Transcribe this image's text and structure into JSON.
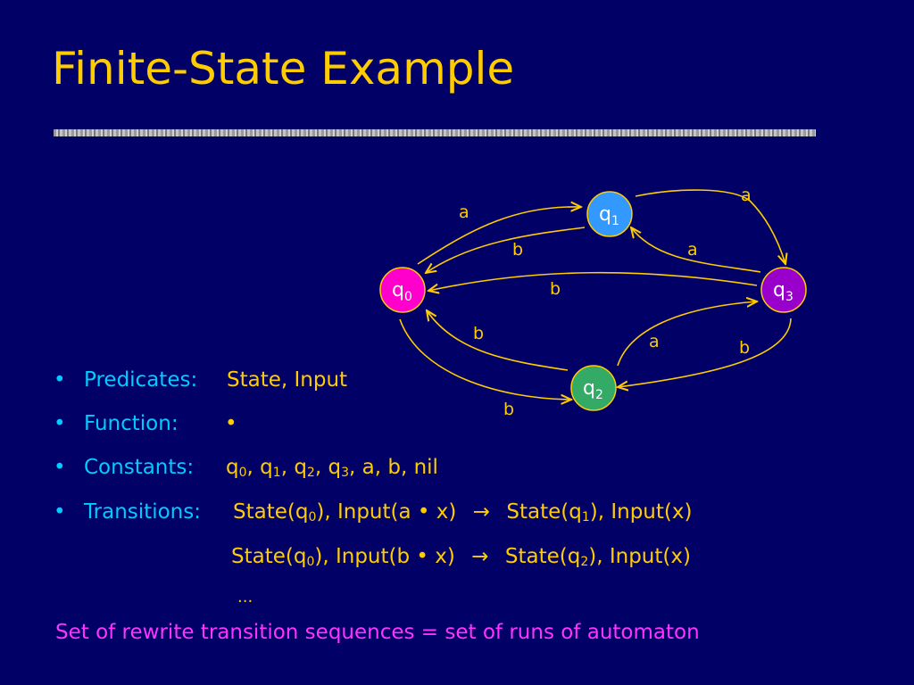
{
  "slide": {
    "title": "Finite-State Example",
    "footer": "Set of rewrite transition sequences = set of runs of automaton"
  },
  "diagram": {
    "nodes": [
      {
        "id": "q0",
        "base": "q",
        "sub": "0",
        "color": "#ff00cc"
      },
      {
        "id": "q1",
        "base": "q",
        "sub": "1",
        "color": "#3399ff"
      },
      {
        "id": "q2",
        "base": "q",
        "sub": "2",
        "color": "#33aa66"
      },
      {
        "id": "q3",
        "base": "q",
        "sub": "3",
        "color": "#9900cc"
      }
    ],
    "edges": [
      {
        "from": "q0",
        "to": "q1",
        "label": "a"
      },
      {
        "from": "q1",
        "to": "q0",
        "label": "b"
      },
      {
        "from": "q1",
        "to": "q3",
        "label": "a"
      },
      {
        "from": "q3",
        "to": "q1",
        "label": "a"
      },
      {
        "from": "q3",
        "to": "q0",
        "label": "b"
      },
      {
        "from": "q2",
        "to": "q0",
        "label": "b"
      },
      {
        "from": "q2",
        "to": "q3",
        "label": "a"
      },
      {
        "from": "q3",
        "to": "q2",
        "label": "b"
      },
      {
        "from": "q0",
        "to": "q2",
        "label": "b"
      }
    ],
    "edge_color": "#ffcc00"
  },
  "bullets": {
    "predicates": {
      "label": "Predicates:",
      "value": "State, Input"
    },
    "function": {
      "label": "Function:",
      "value": "•"
    },
    "constants": {
      "label": "Constants:",
      "q_base": "q",
      "subs": [
        "0",
        "1",
        "2",
        "3"
      ],
      "rest": "a, b, nil"
    },
    "transitions": {
      "label": "Transitions:",
      "rules": [
        {
          "lhs_prefix": "State(q",
          "lhs_sub": "0",
          "lhs_mid": "), Input(a • x)",
          "arrow": "→",
          "rhs_prefix": "State(q",
          "rhs_sub": "1",
          "rhs_mid": "), Input(x)"
        },
        {
          "lhs_prefix": "State(q",
          "lhs_sub": "0",
          "lhs_mid": "), Input(b • x)",
          "arrow": "→",
          "rhs_prefix": "State(q",
          "rhs_sub": "2",
          "rhs_mid": "), Input(x)"
        }
      ],
      "ellipsis": "..."
    }
  }
}
